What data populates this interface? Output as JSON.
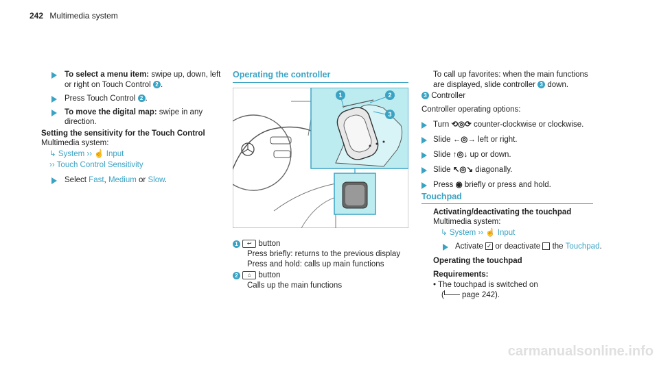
{
  "header": {
    "page_number": "242",
    "section": "Multimedia system"
  },
  "col1": {
    "item1_bold": "To select a menu item:",
    "item1_text": " swipe up, down, left",
    "item1_line2": "or right on Touch Control",
    "item1_num": "2",
    "item2_text": "Press Touch Control",
    "item2_num": "2",
    "item3_bold": "To move the digital map:",
    "item3_text": " swipe in any",
    "item3_line2": "direction.",
    "sens_heading": "Setting the sensitivity for the Touch Control",
    "sens_sub": "Multimedia system:",
    "nav1_a": "System",
    "nav1_b": "Input",
    "nav2": "Touch Control Sensitivity",
    "select_pre": "Select ",
    "opt_fast": "Fast",
    "opt_medium": "Medium",
    "opt_or": " or ",
    "opt_slow": "Slow"
  },
  "col2": {
    "title": "Operating the controller",
    "figure_labels": [
      "1",
      "2",
      "3"
    ],
    "cap1_num": "1",
    "cap1_icon": "↩",
    "cap1_head": "button",
    "cap1_l1": "Press briefly: returns to the previous display",
    "cap1_l2": "Press and hold: calls up main functions",
    "cap2_num": "2",
    "cap2_icon": "⌂",
    "cap2_head": "button",
    "cap2_l1": "Calls up the main functions"
  },
  "col3": {
    "fav_l1": "To call up favorites: when the main functions",
    "fav_l2": "are displayed, slide controller",
    "fav_num": "3",
    "fav_l2_end": " down.",
    "c3_num": "3",
    "c3_label": "Controller",
    "ops_head": "Controller operating options:",
    "op1_pre": "Turn",
    "op1_glyph": "⟲◎⟳",
    "op1_text": "counter-clockwise or clockwise.",
    "op2_pre": "Slide",
    "op2_glyph": "←◎→",
    "op2_text": "left or right.",
    "op3_pre": "Slide",
    "op3_glyph": "↑◎↓",
    "op3_text": "up or down.",
    "op4_pre": "Slide",
    "op4_glyph": "↖◎↘",
    "op4_text": "diagonally.",
    "op5_pre": "Press",
    "op5_glyph": "◉",
    "op5_text": "briefly or press and hold.",
    "tp_title": "Touchpad",
    "act_head": "Activating/deactivating the touchpad",
    "act_sub": "Multimedia system:",
    "nav_a": "System",
    "nav_b": "Input",
    "act_pre": "Activate",
    "act_mid": "or deactivate",
    "act_the": "the",
    "act_link": "Touchpad",
    "op_head": "Operating the touchpad",
    "req_head": "Requirements:",
    "req_l1": "The touchpad is switched on",
    "req_l2": "page 242)."
  },
  "watermark": "carmanualsonline.info"
}
